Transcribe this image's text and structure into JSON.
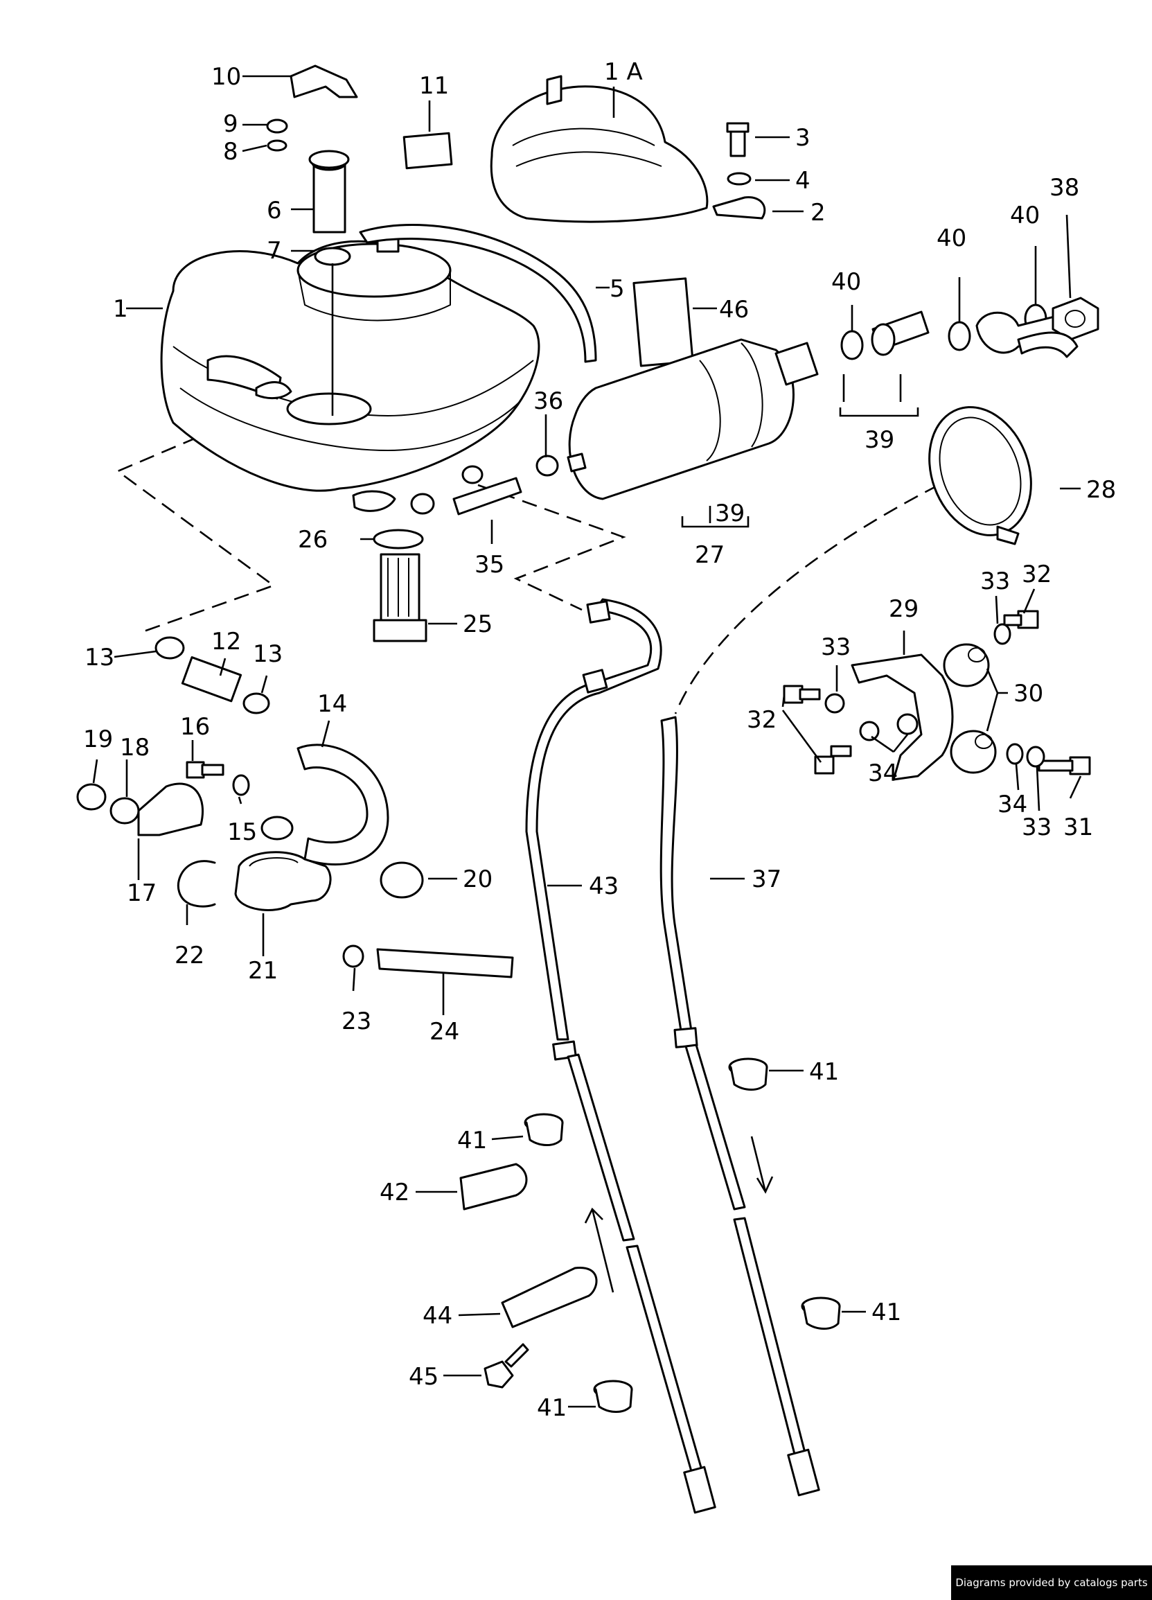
{
  "diagram": {
    "callouts": {
      "c1": "1",
      "c1a": "1 A",
      "c2": "2",
      "c3": "3",
      "c4": "4",
      "c5": "5",
      "c6": "6",
      "c7": "7",
      "c8": "8",
      "c9": "9",
      "c10": "10",
      "c11": "11",
      "c12": "12",
      "c13a": "13",
      "c13b": "13",
      "c14": "14",
      "c15": "15",
      "c16": "16",
      "c17": "17",
      "c18": "18",
      "c19": "19",
      "c20": "20",
      "c21": "21",
      "c22": "22",
      "c23": "23",
      "c24": "24",
      "c25": "25",
      "c26": "26",
      "c27": "27",
      "c28": "28",
      "c29": "29",
      "c30": "30",
      "c31": "31",
      "c32a": "32",
      "c32b": "32",
      "c33a": "33",
      "c33b": "33",
      "c33c": "33",
      "c34a": "34",
      "c34b": "34",
      "c35": "35",
      "c36": "36",
      "c37": "37",
      "c38": "38",
      "c39a": "39",
      "c39b": "39",
      "c40a": "40",
      "c40b": "40",
      "c40c": "40",
      "c41a": "41",
      "c41b": "41",
      "c41c": "41",
      "c41d": "41",
      "c42": "42",
      "c43": "43",
      "c44": "44",
      "c45": "45",
      "c46": "46"
    }
  },
  "footer": {
    "credit": "Diagrams provided by catalogs parts"
  },
  "colors": {
    "ink": "#000000",
    "paper": "#ffffff"
  }
}
